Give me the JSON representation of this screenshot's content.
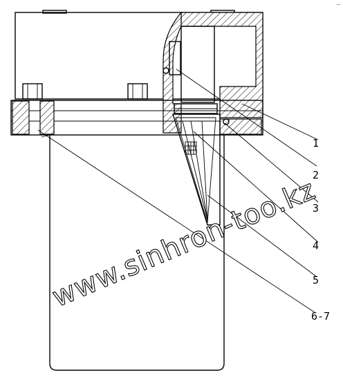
{
  "callouts": [
    "1",
    "2",
    "3",
    "4",
    "5",
    "6-7"
  ],
  "watermark": "www.sinhron-too.kz",
  "corner_mark": "~"
}
